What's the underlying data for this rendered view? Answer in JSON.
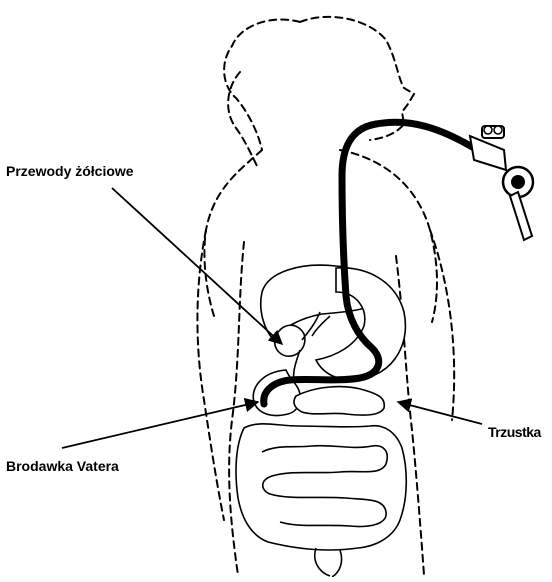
{
  "labels": {
    "bile_ducts": "Przewody żółciowe",
    "papilla": "Brodawka Vatera",
    "pancreas": "Trzustka"
  },
  "colors": {
    "ink": "#000000",
    "background": "#ffffff"
  },
  "icons": [
    "endoscope-control-head-icon"
  ]
}
